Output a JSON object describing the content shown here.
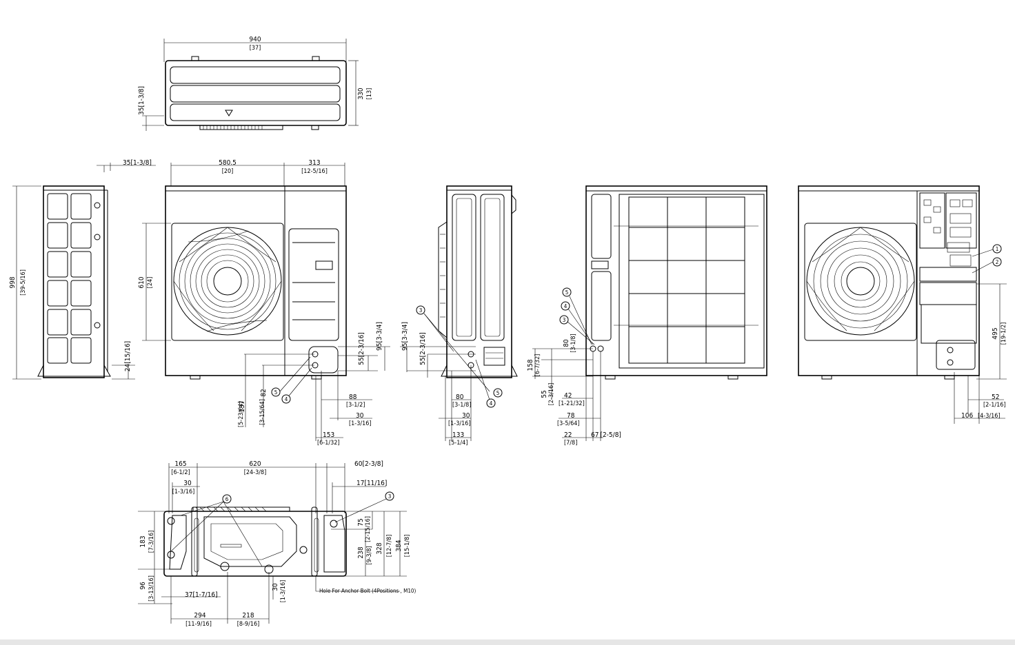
{
  "drawing": {
    "top_view": {
      "width": "940",
      "width_in": "[37]",
      "depth": "330",
      "depth_in": "[13]",
      "offset": "35",
      "offset_in": "[1-3/8]"
    },
    "front_view": {
      "offset": "35",
      "offset_in": "[1-3/8]",
      "fan_center": "580.5",
      "fan_center_in": "[20]",
      "right_part": "313",
      "right_part_in": "[12-5/16]",
      "height": "998",
      "height_in": "[39-5/16]",
      "fan_height": "610",
      "fan_height_in": "[24]",
      "base": "24",
      "base_in": "[15/16]",
      "h137": "137",
      "h137_in": "[5-23/64]",
      "h82": "82",
      "h82_in": "[3-15/64]",
      "h55": "55",
      "h55_in": "[2-3/16]",
      "h95": "95",
      "h95_in": "[3-3/4]",
      "w88": "88",
      "w88_in": "[3-1/2]",
      "w30": "30",
      "w30_in": "[1-3/16]",
      "w153": "153",
      "w153_in": "[6-1/32]"
    },
    "side_view": {
      "h95": "95",
      "h95_in": "[3-3/4]",
      "h55": "55",
      "h55_in": "[2-3/16]",
      "w80": "80",
      "w80_in": "[3-1/8]",
      "w30": "30",
      "w30_in": "[1-3/16]",
      "w133": "133",
      "w133_in": "[5-1/4]"
    },
    "rear_view": {
      "h80": "80",
      "h80_in": "[3-1/8]",
      "h158": "158",
      "h158_in": "[6-7/32]",
      "h55": "55",
      "h55_in": "[2-3/16]",
      "w42": "42",
      "w42_in": "[1-21/32]",
      "w78": "78",
      "w78_in": "[3-5/64]",
      "w22": "22",
      "w22_in": "[7/8]",
      "w67": "67",
      "w67_in": "[2-5/8]"
    },
    "right_view": {
      "h495": "495",
      "h495_in": "[19-1/2]",
      "w52": "52",
      "w52_in": "[2-1/16]",
      "w106": "106",
      "w106_in": "[4-3/16]"
    },
    "bottom_view": {
      "w165": "165",
      "w165_in": "[6-1/2]",
      "w620": "620",
      "w620_in": "[24-3/8]",
      "w60": "60",
      "w60_in": "[2-3/8]",
      "w30": "30",
      "w30_in": "[1-3/16]",
      "w17": "17",
      "w17_in": "[11/16]",
      "h183": "183",
      "h183_in": "[7-3/16]",
      "h96": "96",
      "h96_in": "[3-13/16]",
      "w37": "37",
      "w37_in": "[1-7/16]",
      "h30": "30",
      "h30_in": "[1-3/16]",
      "h75": "75",
      "h75_in": "[2-15/16]",
      "h238": "238",
      "h238_in": "[9-3/8]",
      "h328": "328",
      "h328_in": "[12-7/8]",
      "h384": "384",
      "h384_in": "[15-1/8]",
      "w294": "294",
      "w294_in": "[11-9/16]",
      "w218": "218",
      "w218_in": "[8-9/16]",
      "anchor_note": "Hole For Anchor Bolt (4Positions , M10)"
    },
    "callouts": {
      "c1": "1",
      "c2": "2",
      "c3": "3",
      "c4": "4",
      "c5": "5",
      "c6": "6"
    }
  }
}
